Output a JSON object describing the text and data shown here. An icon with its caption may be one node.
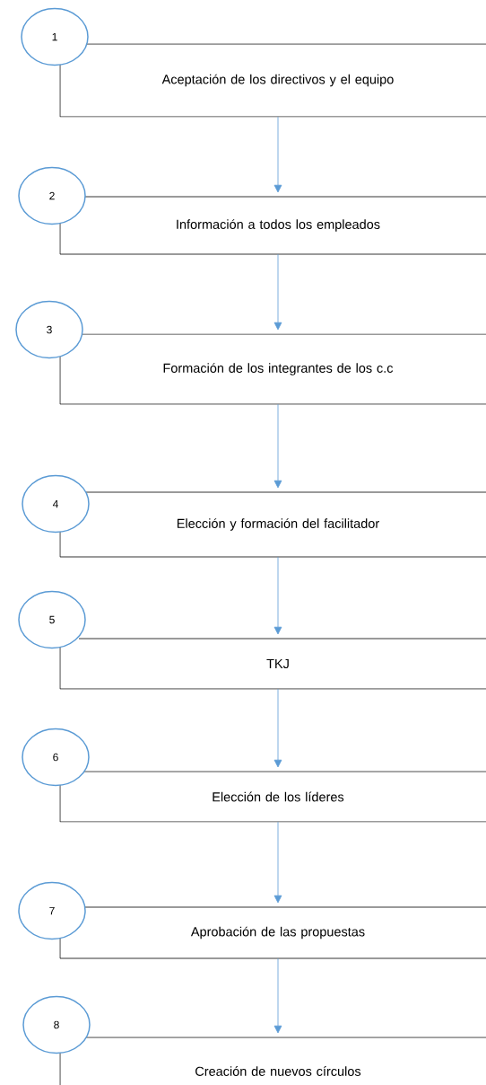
{
  "diagram": {
    "nodes": [
      {
        "text": [
          "1"
        ]
      },
      {
        "text": [
          "Aceptación de los directivos y el equipo"
        ]
      },
      {
        "text": [
          "2"
        ]
      },
      {
        "text": [
          "Información a todos los empleados"
        ]
      },
      {
        "text": [
          "3"
        ]
      },
      {
        "text": [
          "Formación de los integrantes de los c.c"
        ]
      },
      {
        "text": [
          "4"
        ]
      },
      {
        "text": [
          "Elección y formación del facilitador"
        ]
      },
      {
        "text": [
          "5"
        ]
      },
      {
        "text": [
          "TKJ"
        ]
      },
      {
        "text": [
          "6"
        ]
      },
      {
        "text": [
          "Elección de los líderes"
        ]
      },
      {
        "text": [
          "7"
        ]
      },
      {
        "text": [
          "Aprobación de las propuestas"
        ]
      },
      {
        "text": [
          "8"
        ]
      },
      {
        "text": [
          "Creación de nuevos círculos"
        ]
      }
    ],
    "edges": [
      {
        "from": 1,
        "to": 3,
        "arrow": "to"
      },
      {
        "from": 3,
        "to": 5,
        "arrow": "to"
      },
      {
        "from": 5,
        "to": 7,
        "arrow": "to"
      },
      {
        "from": 7,
        "to": 9,
        "arrow": "to"
      },
      {
        "from": 9,
        "to": 11,
        "arrow": "to"
      },
      {
        "from": 11,
        "to": 13,
        "arrow": "to"
      },
      {
        "from": 13,
        "to": 15,
        "arrow": "to"
      }
    ]
  }
}
